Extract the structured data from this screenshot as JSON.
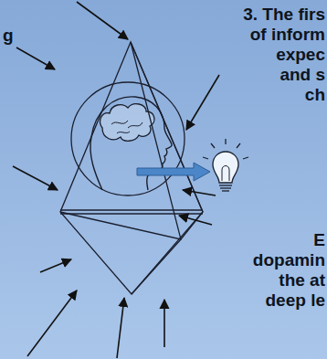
{
  "diagram": {
    "labels": [
      "3. The firs",
      "of inform",
      "expec",
      "and s",
      "ch",
      "E",
      "dopamin",
      "the at",
      "deep le",
      "g"
    ]
  }
}
